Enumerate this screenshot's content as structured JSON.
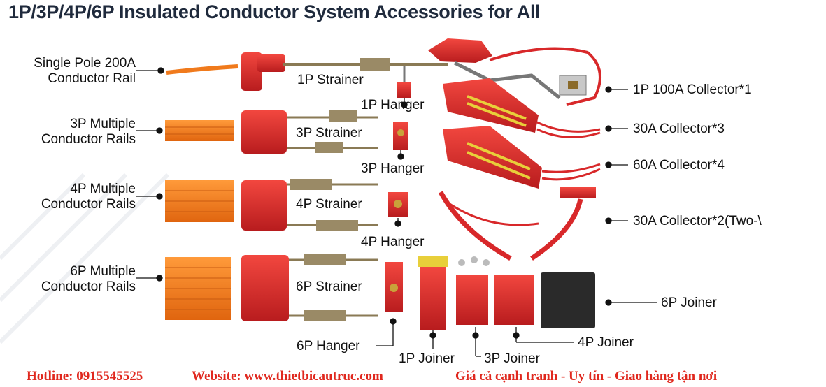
{
  "title": "1P/3P/4P/6P Insulated Conductor System Accessories for All",
  "rails": {
    "single_pole_line1": "Single Pole 200A",
    "single_pole_line2": "Conductor Rail",
    "p3_line1": "3P Multiple",
    "p3_line2": "Conductor Rails",
    "p4_line1": "4P Multiple",
    "p4_line2": "Conductor Rails",
    "p6_line1": "6P Multiple",
    "p6_line2": "Conductor Rails"
  },
  "strainers": {
    "p1": "1P Strainer",
    "p3": "3P Strainer",
    "p4": "4P Strainer",
    "p6": "6P Strainer"
  },
  "hangers": {
    "p1": "1P Hanger",
    "p3": "3P Hanger",
    "p4": "4P Hanger",
    "p6": "6P Hanger"
  },
  "collectors": {
    "c1": "1P 100A Collector*1",
    "c2": "30A Collector*3",
    "c3": "60A Collector*4",
    "c4": "30A Collector*2(Two-\\"
  },
  "joiners": {
    "p1": "1P Joiner",
    "p3": "3P Joiner",
    "p4": "4P Joiner",
    "p6": "6P Joiner"
  },
  "footer": {
    "hotline": "Hotline: 0915545525",
    "website": "Website:  www.thietbicautruc.com",
    "slogan": "Giá cả cạnh tranh - Uy tín - Giao hàng tận nơi"
  },
  "colors": {
    "title": "#1f2a3c",
    "footer_text": "#e0281e",
    "part_red": "#d8282a",
    "rail_orange": "#f07a1c",
    "joiner_black": "#2a2a2a"
  }
}
